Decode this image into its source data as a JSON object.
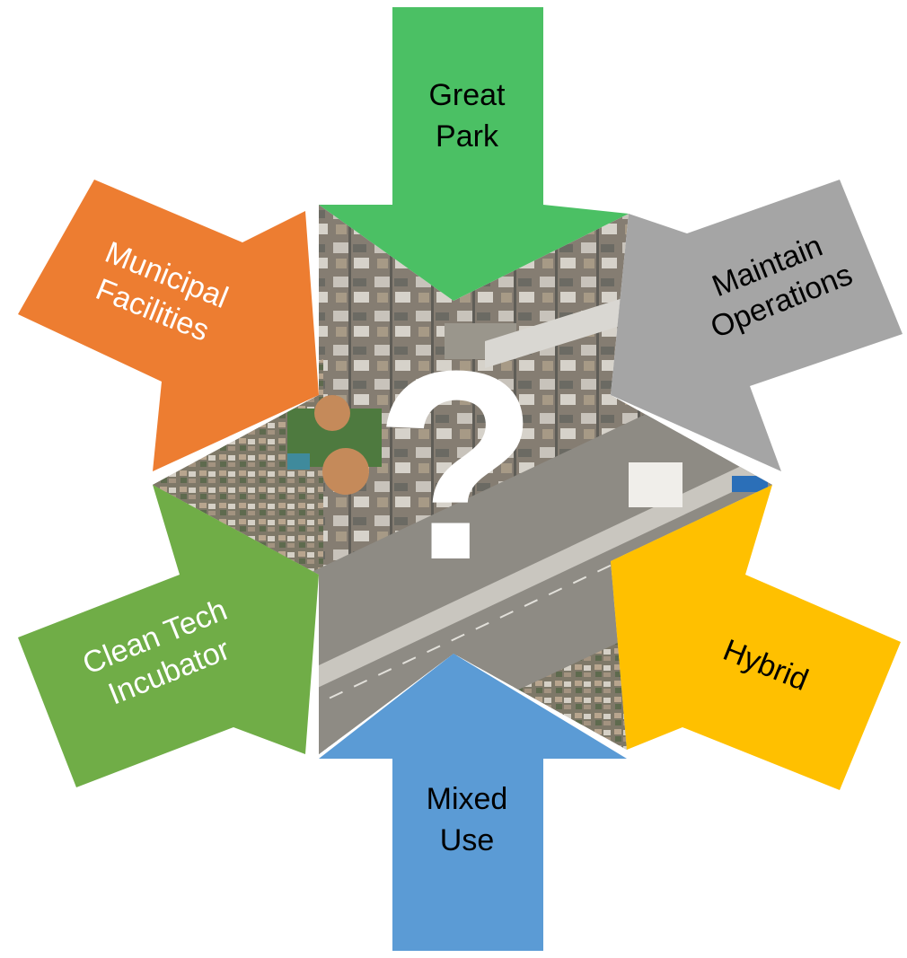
{
  "center": {
    "symbol": "?"
  },
  "arrows": [
    {
      "id": "great-park",
      "lines": [
        "Great",
        "Park"
      ],
      "color": "#4bc064",
      "text_color": "#000000"
    },
    {
      "id": "maintain-operations",
      "lines": [
        "Maintain",
        "Operations"
      ],
      "color": "#a5a5a5",
      "text_color": "#000000"
    },
    {
      "id": "hybrid",
      "lines": [
        "Hybrid"
      ],
      "color": "#ffc000",
      "text_color": "#000000"
    },
    {
      "id": "mixed-use",
      "lines": [
        "Mixed",
        "Use"
      ],
      "color": "#5b9bd5",
      "text_color": "#000000"
    },
    {
      "id": "clean-tech-incubator",
      "lines": [
        "Clean Tech",
        "Incubator"
      ],
      "color": "#70ad47",
      "text_color": "#ffffff"
    },
    {
      "id": "municipal-facilities",
      "lines": [
        "Municipal",
        "Facilities"
      ],
      "color": "#ed7d31",
      "text_color": "#ffffff"
    }
  ]
}
